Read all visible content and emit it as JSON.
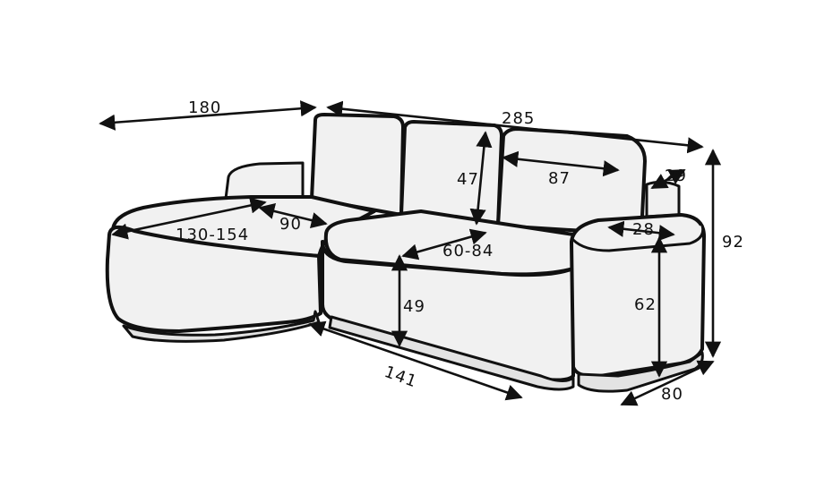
{
  "diagram": {
    "subject": "corner-sofa-dimensions",
    "colors": {
      "line": "#111111",
      "fill": "#f1f1f1",
      "base": "#e3e3e3",
      "background": "#ffffff"
    },
    "dimensions": {
      "chaise_length": "180",
      "total_width": "285",
      "armrest_width": "29",
      "backrest_height": "47",
      "back_cushion_width": "87",
      "total_height": "92",
      "chaise_seat_length": "130-154",
      "chaise_seat_width": "90",
      "seat_depth": "60-84",
      "armrest_top_width": "28",
      "seat_height": "49",
      "armrest_height": "62",
      "bed_width": "141",
      "depth": "80"
    }
  }
}
